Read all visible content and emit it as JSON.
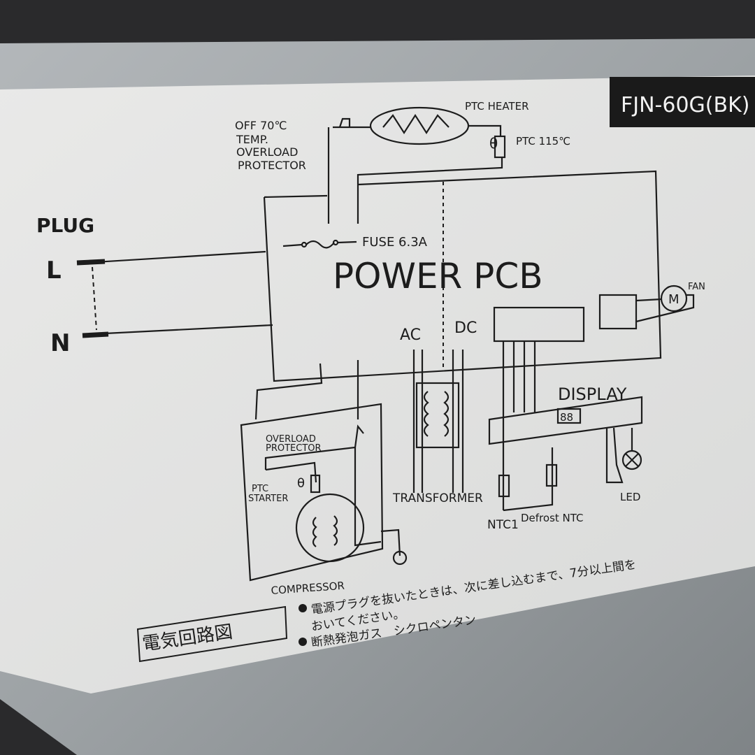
{
  "model_badge": "FJN-60G(BK)",
  "diagram": {
    "ptc_heater": "PTC HEATER",
    "temp_protector": [
      "OFF 70℃",
      "TEMP.",
      "OVERLOAD",
      "PROTECTOR"
    ],
    "ptc_115": "PTC 115℃",
    "plug": "PLUG",
    "plug_l": "L",
    "plug_n": "N",
    "fuse": "FUSE 6.3A",
    "power_pcb": "POWER PCB",
    "ac": "AC",
    "dc": "DC",
    "fan": "FAN",
    "motor": "M",
    "display": "DISPLAY",
    "display_digits": "88",
    "overload_protector": [
      "OVERLOAD",
      "PROTECTOR"
    ],
    "ptc_starter": [
      "PTC",
      "STARTER"
    ],
    "transformer": "TRANSFORMER",
    "ntc1": "NTC1",
    "defrost_ntc": "Defrost NTC",
    "led": "LED",
    "compressor": "COMPRESSOR",
    "theta": "θ"
  },
  "footer": {
    "title": "電気回路図",
    "notes": [
      "電源プラグを抜いたときは、次に差し込むまで、7分以上間を",
      "おいてください。",
      "断熱発泡ガス　シクロペンタン"
    ]
  },
  "colors": {
    "label": "#e4e4e2",
    "metal": "#9ea3a6",
    "badge": "#1a1a1a",
    "ink": "#1c1c1c"
  }
}
